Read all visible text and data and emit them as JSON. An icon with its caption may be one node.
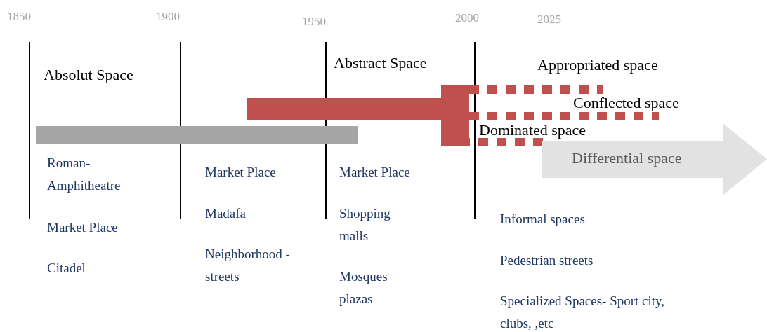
{
  "diagram": {
    "nodes": [
      {
        "text": [
          "Differential space"
        ]
      },
      {
        "text": [],
        "shape": "bar"
      }
    ],
    "labels": [
      "1850",
      "1900",
      "1950",
      "2000",
      "2025",
      "Absolut Space",
      "Abstract Space",
      "Appropriated space",
      "Conflected space",
      "Dominated space",
      "Roman-Amphitheatre",
      "Market Place",
      "Madafa",
      "Market Place",
      "Shopping malls",
      "Market Place",
      "Neighborhood -streets",
      "Citadel",
      "Informal spaces",
      "Mosques plazas",
      "Pedestrian streets",
      "Specialized Spaces- Sport city, clubs, ,etc"
    ]
  }
}
